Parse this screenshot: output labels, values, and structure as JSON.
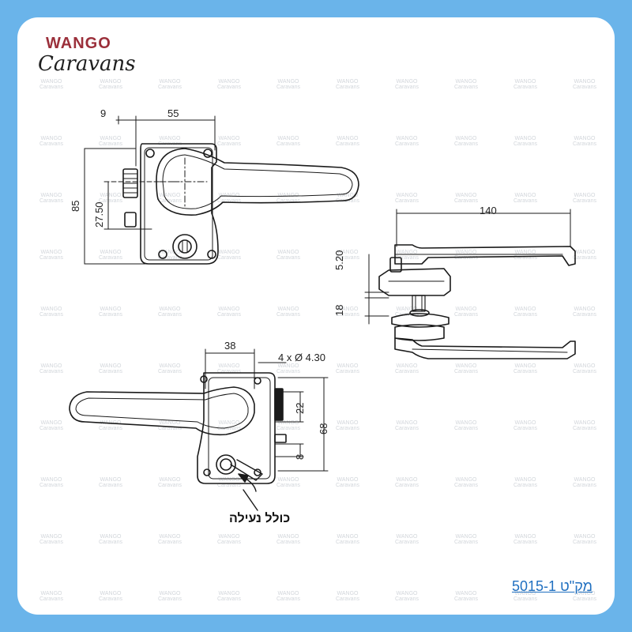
{
  "brand": {
    "line1": "WANGO",
    "line2": "Caravans",
    "accent": "#9b2f3a"
  },
  "watermark": "WANGO Caravans",
  "front_view": {
    "dim_top_left": "9",
    "dim_top_width": "55",
    "dim_height": "85",
    "dim_handle_center": "27.50"
  },
  "side_view": {
    "dim_length": "140",
    "dim_small": "5.20",
    "dim_base": "18"
  },
  "back_view": {
    "dim_width": "38",
    "dim_holes": "4 x Ø 4.30",
    "dim_a": "22",
    "dim_height": "68",
    "dim_b": "8"
  },
  "note": "כולל נעילה",
  "sku": "מק\"ט 5015-1",
  "colors": {
    "background": "#6ab4ea",
    "card": "#ffffff",
    "line": "#1a1a1a",
    "sku": "#1f6fc0"
  }
}
